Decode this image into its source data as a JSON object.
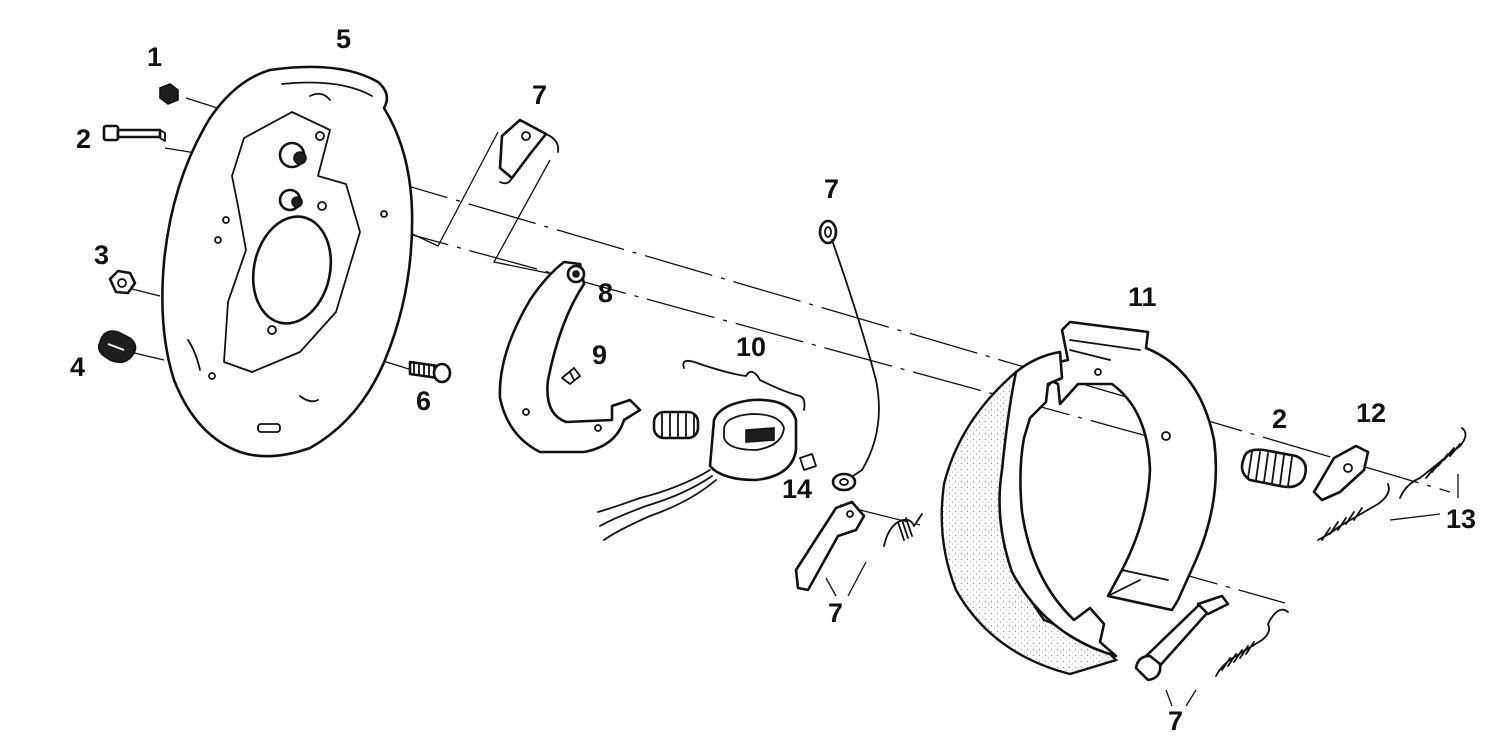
{
  "callouts": {
    "c1": "1",
    "c2a": "2",
    "c3": "3",
    "c4": "4",
    "c5": "5",
    "c6": "6",
    "c7a": "7",
    "c8": "8",
    "c9": "9",
    "c10": "10",
    "c7b": "7",
    "c14": "14",
    "c7c": "7",
    "c11": "11",
    "c2b": "2",
    "c12": "12",
    "c13": "13",
    "c7d": "7"
  },
  "colors": {
    "line": "#111111",
    "background": "#ffffff",
    "lining_stipple": "#9a9a9a"
  }
}
